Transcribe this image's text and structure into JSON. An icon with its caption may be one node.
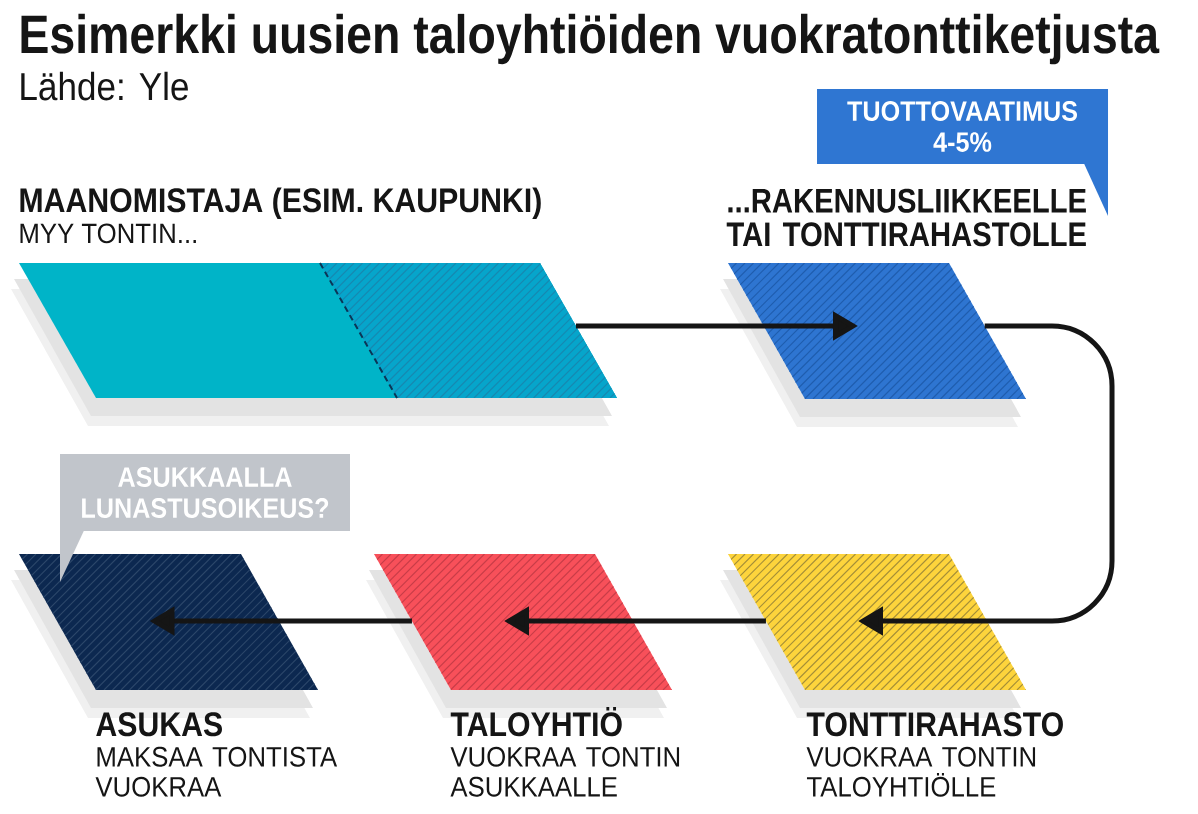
{
  "diagram": {
    "title": "Esimerkki uusien taloyhtiöiden vuokratonttiketjusta",
    "nodes": [
      {
        "text": [
          "MAANOMISTAJA (ESIM. KAUPUNKI)",
          "MYY TONTIN..."
        ]
      },
      {
        "text": [
          "TUOTTOVAATIMUS 4-5%"
        ]
      },
      {
        "text": [
          "...RAKENNUSLIIKKEELLE TAI TONTTIRAHASTOLLE"
        ]
      },
      {
        "text": [
          "ASUKKAALLA LUNASTUSOIKEUS?"
        ]
      },
      {
        "text": [
          "ASUKAS",
          "MAKSAA TONTISTA VUOKRAA"
        ]
      },
      {
        "text": [
          "TALOYHTIÖ",
          "VUOKRAA TONTIN ASUKKAALLE"
        ]
      },
      {
        "text": [
          "TONTTIRAHASTO",
          "VUOKRAA TONTIN TALOYHTIÖLLE"
        ]
      }
    ],
    "edges": [
      {
        "from": 0,
        "to": 2,
        "arrow": "to"
      },
      {
        "from": 2,
        "to": 6,
        "arrow": "to"
      },
      {
        "from": 6,
        "to": 5,
        "arrow": "to"
      },
      {
        "from": 5,
        "to": 4,
        "arrow": "to"
      }
    ],
    "labels": [
      "Lähde: Yle"
    ]
  }
}
